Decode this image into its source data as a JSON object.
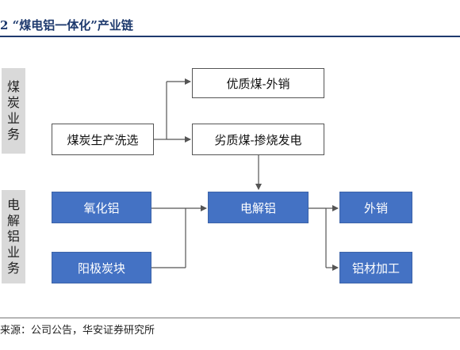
{
  "title": "2 “煤电铝一体化”产业链",
  "sections": {
    "coal": [
      "煤",
      "炭",
      "业",
      "务"
    ],
    "power_aluminum": [
      "电",
      "解",
      "铝",
      "业",
      "务"
    ]
  },
  "nodes": {
    "coal_washing": "煤炭生产洗选",
    "quality_coal": "优质煤-外销",
    "inferior_coal": "劣质煤-掺烧发电",
    "alumina": "氧化铝",
    "anode": "阳极炭块",
    "electrolytic_al": "电解铝",
    "export": "外销",
    "al_processing": "铝材加工"
  },
  "colors": {
    "title": "#1e3a6e",
    "blue_box": "#4472c4",
    "side_bar": "#d9d9d9",
    "line": "#555555"
  },
  "source": "来源：公司公告，华安证券研究所"
}
